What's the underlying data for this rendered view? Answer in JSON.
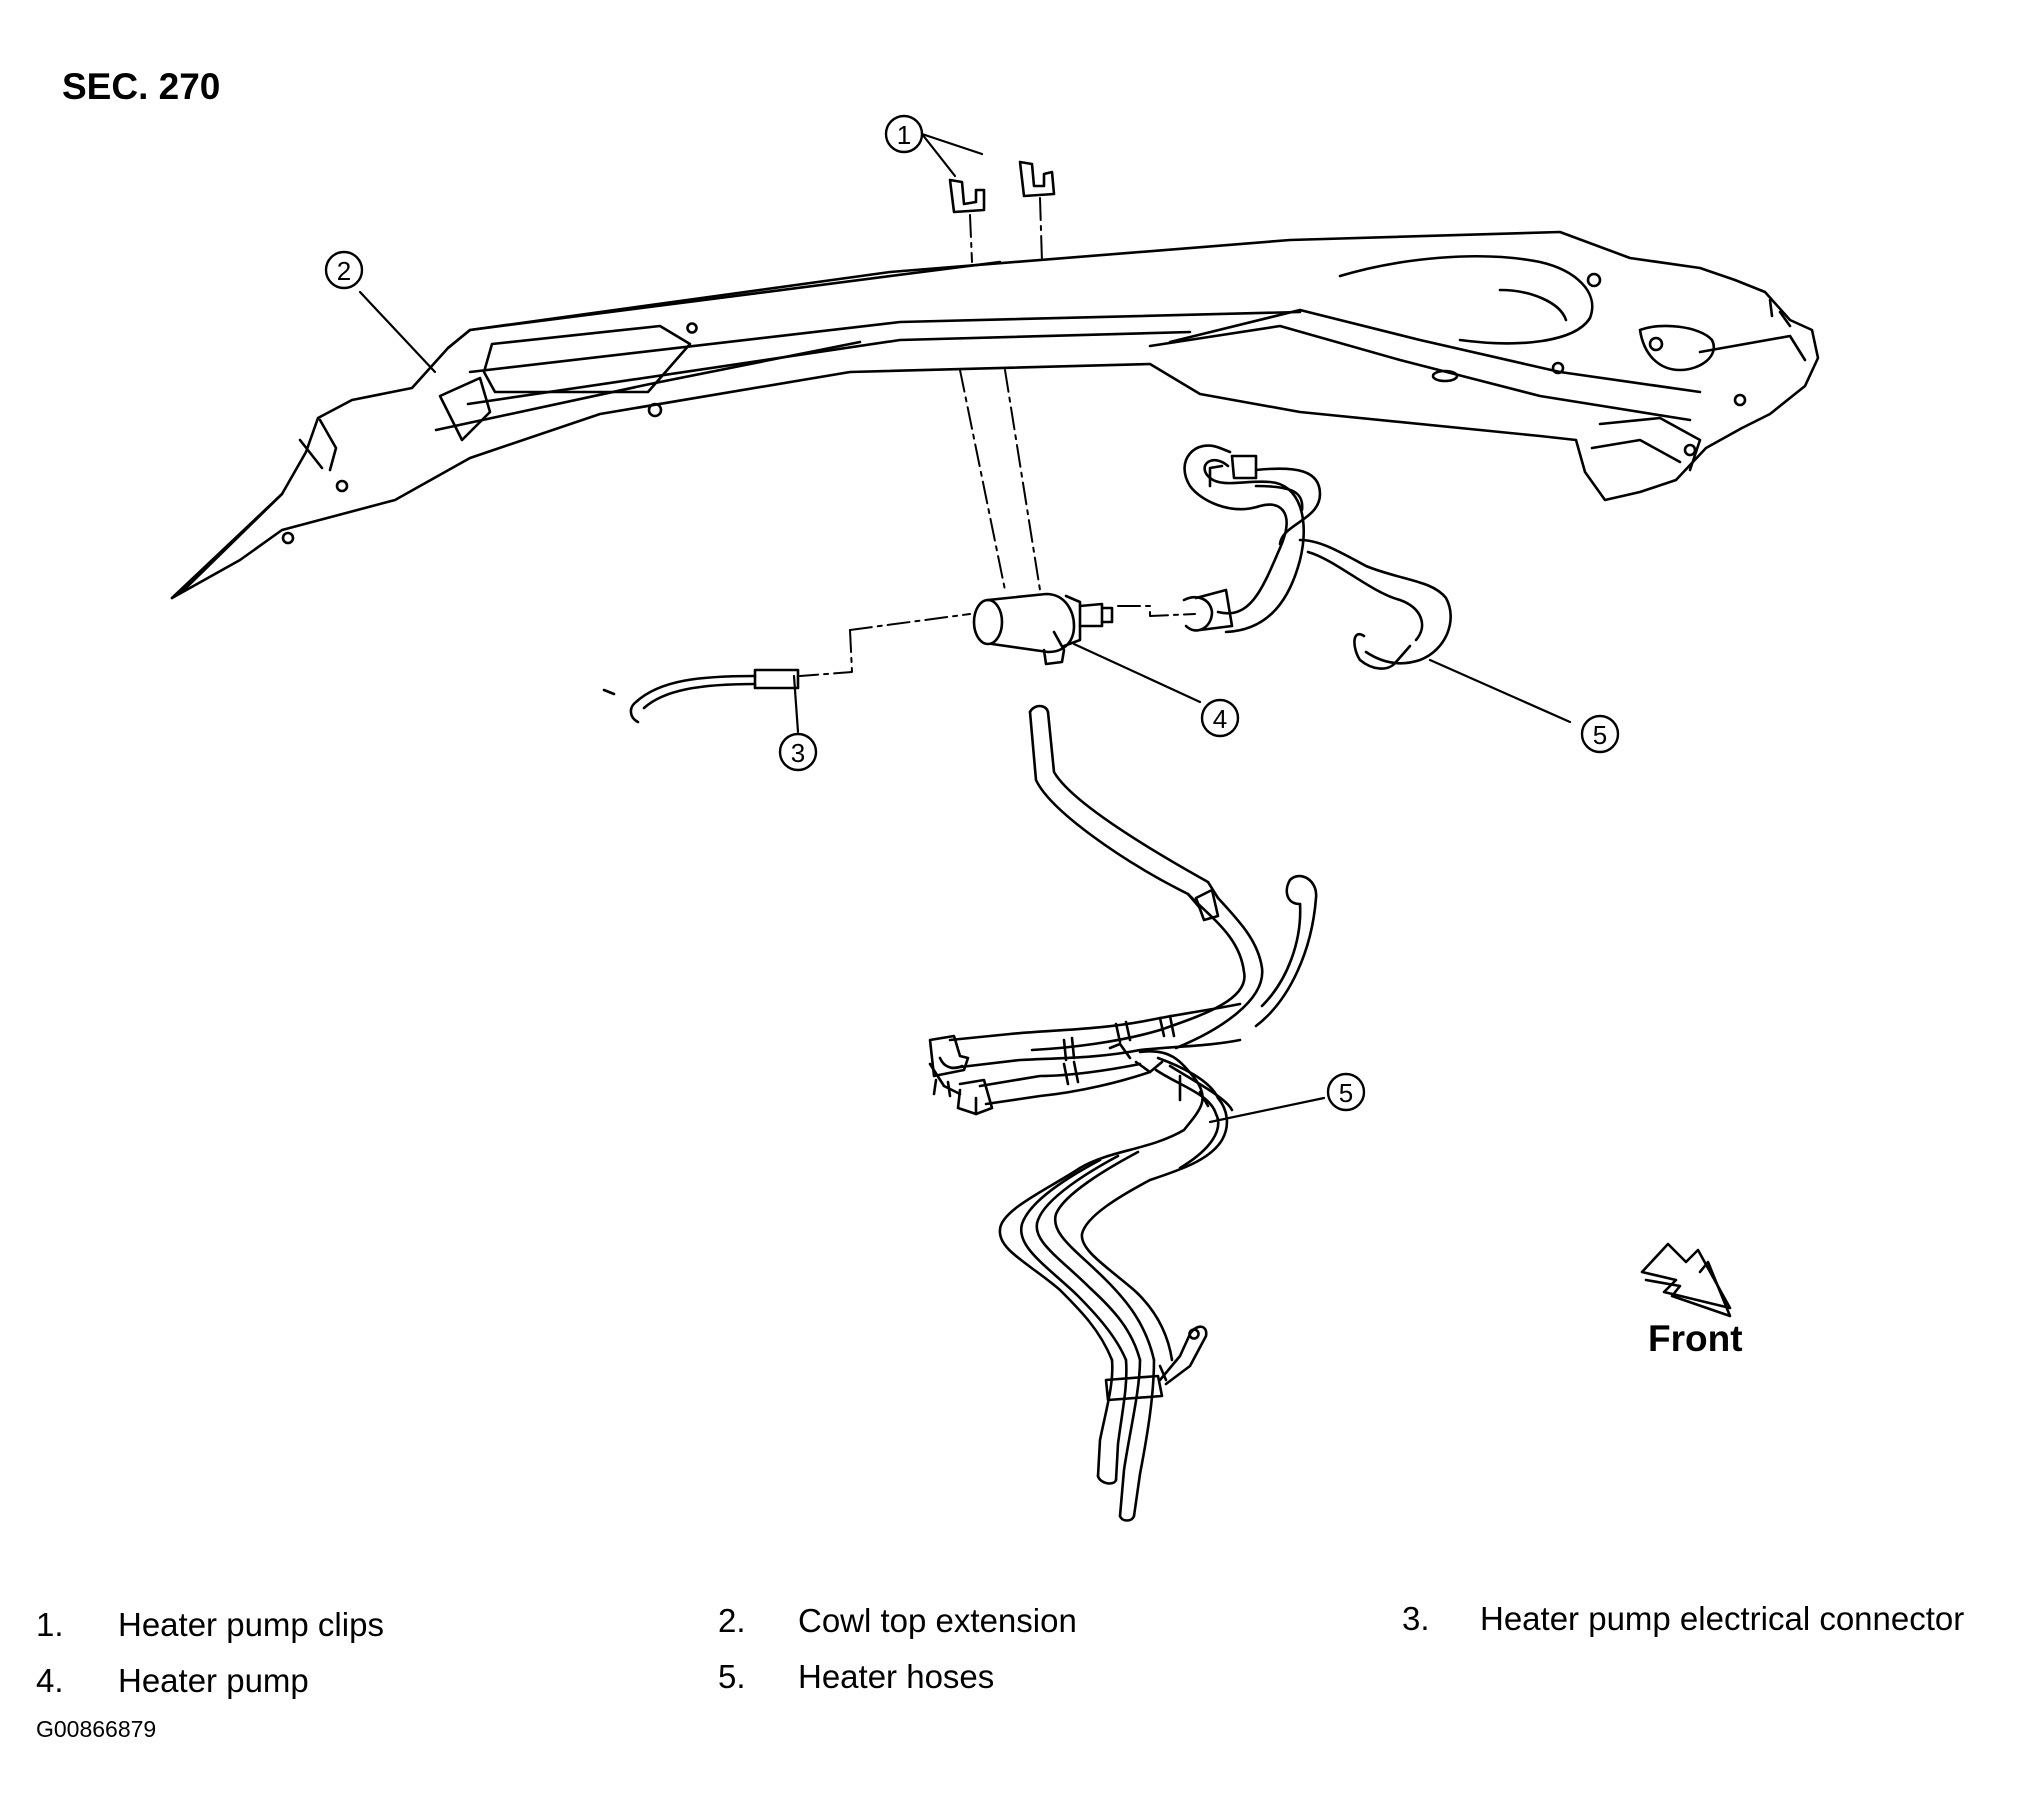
{
  "section_label": "SEC. 270",
  "front_label": "Front",
  "figure_id": "G00866879",
  "callouts": [
    "1",
    "2",
    "3",
    "4",
    "5",
    "5"
  ],
  "legend": [
    {
      "num": "1.",
      "text": "Heater pump clips"
    },
    {
      "num": "2.",
      "text": "Cowl top extension"
    },
    {
      "num": "3.",
      "text": "Heater pump electrical connector"
    },
    {
      "num": "4.",
      "text": "Heater pump"
    },
    {
      "num": "5.",
      "text": "Heater hoses"
    }
  ]
}
